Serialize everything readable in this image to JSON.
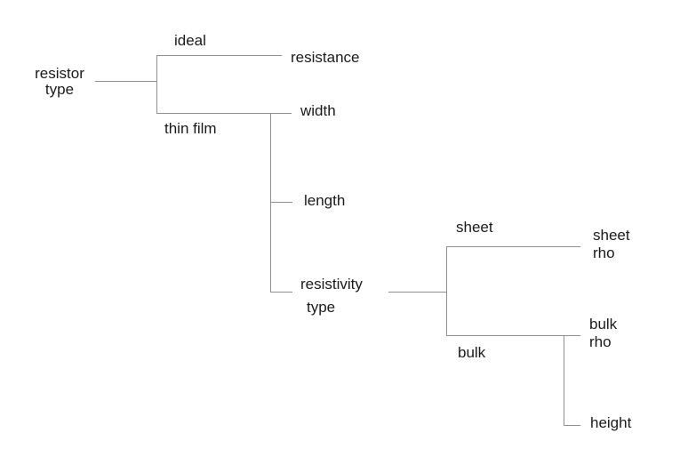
{
  "style": {
    "background_color": "#ffffff",
    "line_color": "#8f8f8f",
    "text_color": "#1a1a1a"
  },
  "tree": {
    "root": {
      "label": "resistor\ntype"
    },
    "branches": [
      {
        "branch": "ideal",
        "children": [
          {
            "label": "resistance"
          }
        ]
      },
      {
        "branch": "thin film",
        "children": [
          {
            "label": "width"
          },
          {
            "label": "length"
          },
          {
            "label": "resistivity\ntype",
            "branches": [
              {
                "branch": "sheet",
                "children": [
                  {
                    "label": "sheet\nrho"
                  }
                ]
              },
              {
                "branch": "bulk",
                "children": [
                  {
                    "label": "bulk\nrho"
                  },
                  {
                    "label": "height"
                  }
                ]
              }
            ]
          }
        ]
      }
    ]
  }
}
